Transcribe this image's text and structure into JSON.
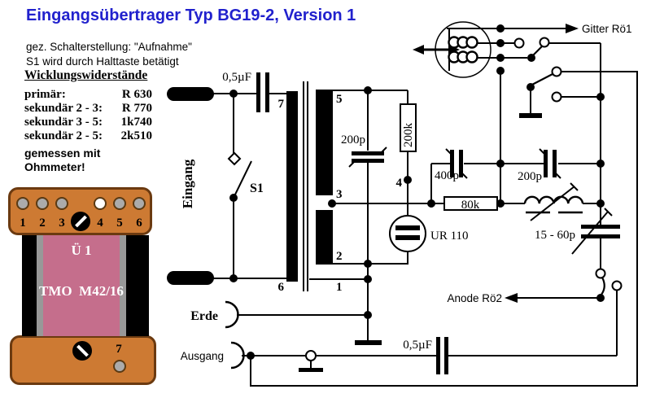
{
  "title": "Eingangsübertrager Typ BG19-2, Version 1",
  "notes": [
    "gez. Schalterstellung: \"Aufnahme\"",
    "S1 wird durch Halttaste betätigt"
  ],
  "winding_resistance": {
    "heading": "Wicklungswiderstände",
    "rows": [
      {
        "label": "primär:",
        "value": "R 630"
      },
      {
        "label": "sekundär 2 - 3:",
        "value": "R 770"
      },
      {
        "label": "sekundär 3 - 5:",
        "value": "1k740"
      },
      {
        "label": "sekundär 2 - 5:",
        "value": "2k510"
      }
    ],
    "footnote": [
      "gemessen mit",
      "Ohmmeter!"
    ]
  },
  "transformer_module": {
    "pins_top": [
      "1",
      "2",
      "3",
      "4",
      "5",
      "6"
    ],
    "pin_bottom": "7",
    "designator": "Ü 1",
    "type": "TMO  M42/16",
    "colors": {
      "body_orange": "#cd7a33",
      "border_brown": "#6b3a10",
      "core_pink": "#c56e8c",
      "strip_gray": "#989898",
      "pin_gray": "#ababab",
      "pin4_highlight": "#ffffff"
    }
  },
  "schematic": {
    "labels": {
      "cap_in": "0,5µF",
      "cap_out": "0,5µF",
      "eingang": "Eingang",
      "erde": "Erde",
      "ausgang": "Ausgang",
      "s1": "S1",
      "t7": "7",
      "t6": "6",
      "t5": "5",
      "t4": "4",
      "t3": "3",
      "t2": "2",
      "t1": "1",
      "cap_sec": "200p",
      "res_200k": "200k",
      "cap_400p": "400p",
      "cap_200p": "200p",
      "res_80k": "80k",
      "tube": "UR 110",
      "varcap": "15 - 60p",
      "gitter": "Gitter Rö1",
      "anode": "Anode Rö2"
    },
    "title_color": "#2121cd"
  }
}
